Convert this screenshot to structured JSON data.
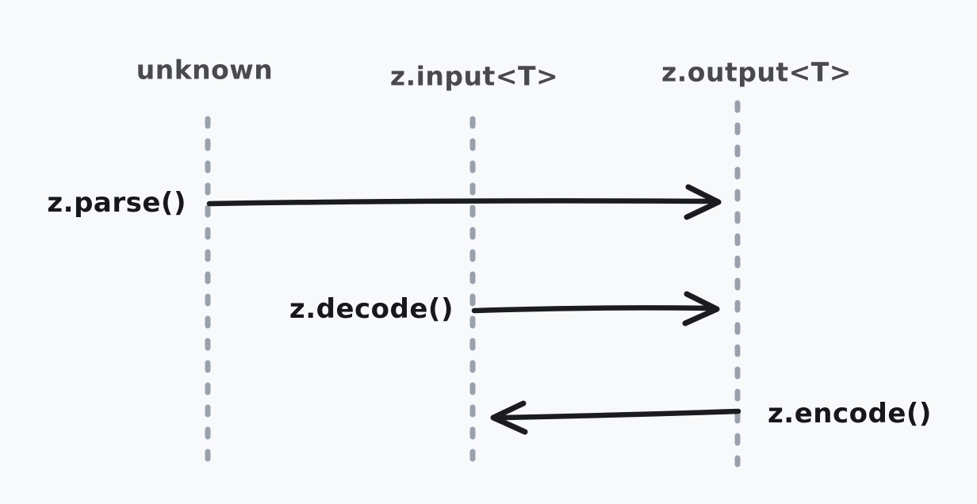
{
  "diagram": {
    "type": "sequence",
    "lifelines": [
      {
        "id": "unknown",
        "label": "unknown"
      },
      {
        "id": "z-input",
        "label": "z.input<T>"
      },
      {
        "id": "z-output",
        "label": "z.output<T>"
      }
    ],
    "messages": [
      {
        "label": "z.parse()",
        "from": "unknown",
        "to": "z.output<T>",
        "direction": "right"
      },
      {
        "label": "z.decode()",
        "from": "z.input<T>",
        "to": "z.output<T>",
        "direction": "right"
      },
      {
        "label": "z.encode()",
        "from": "z.output<T>",
        "to": "z.input<T>",
        "direction": "left"
      }
    ],
    "colors": {
      "background": "#f8f9fb",
      "lifeline": "#9aa1ad",
      "arrow": "#1b1c20",
      "header_text": "#494a4e",
      "label_text": "#17181c"
    }
  }
}
